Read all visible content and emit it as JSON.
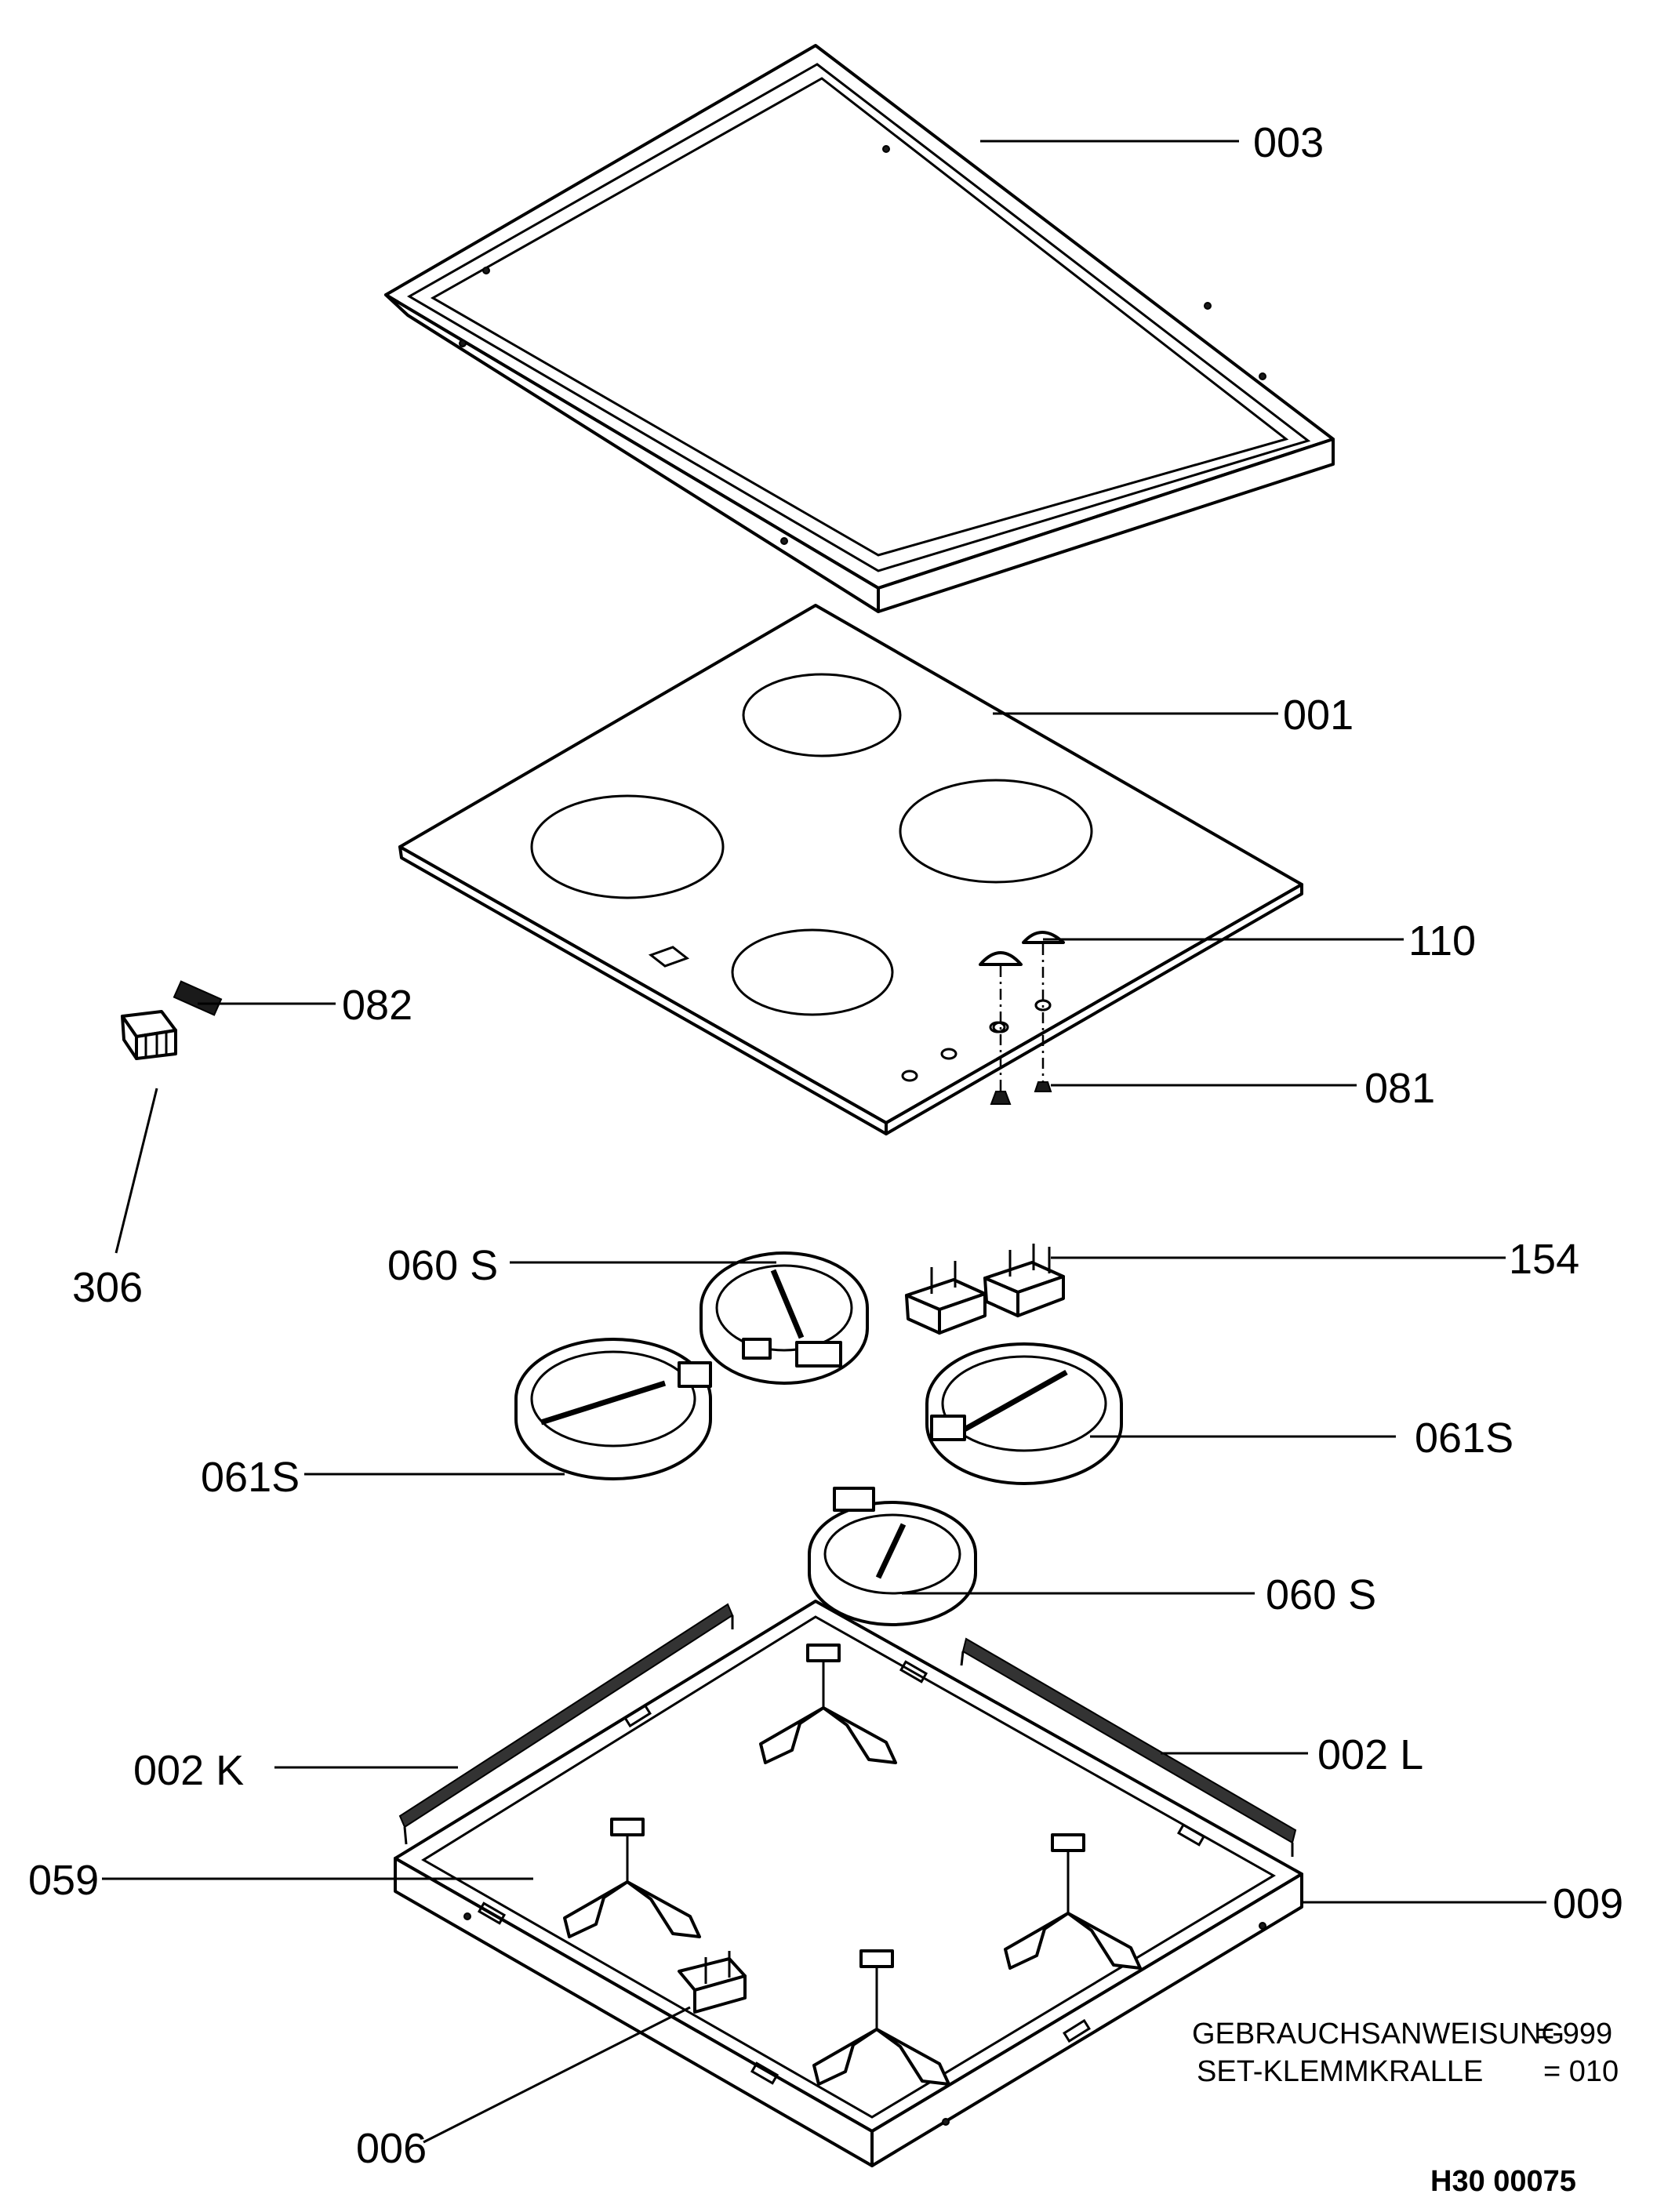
{
  "labels": {
    "p003": "003",
    "p001": "001",
    "p110": "110",
    "p082": "082",
    "p081": "081",
    "p306": "306",
    "p060s_top": "060 S",
    "p154": "154",
    "p061s_left": "061S",
    "p061s_right": "061S",
    "p060s_bottom": "060 S",
    "p002k": "002 K",
    "p002l": "002 L",
    "p059": "059",
    "p009": "009",
    "p006": "006"
  },
  "notes": {
    "manual_label": "GEBRAUCHSANWEISUNG",
    "manual_value": "= 999",
    "clip_label": "SET-KLEMMKRALLE",
    "clip_value": "= 010"
  },
  "drawing_code": "H30 00075"
}
